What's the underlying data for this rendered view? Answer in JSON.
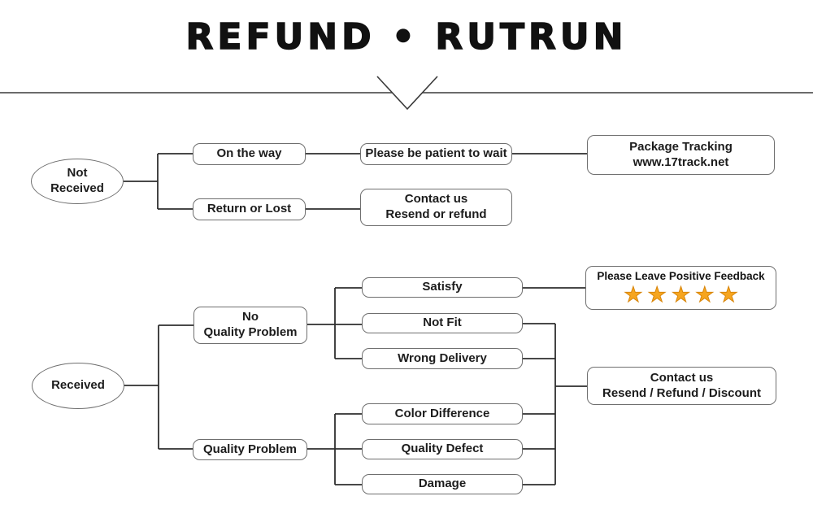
{
  "title": "REFUND • RUTRUN",
  "colors": {
    "star": "#F6A51F",
    "star_outline": "#D8860B"
  },
  "not_received_flow": {
    "root": "Not\nReceived",
    "on_the_way": "On the way",
    "please_wait": "Please be patient to wait",
    "package_tracking": "Package Tracking\nwww.17track.net",
    "return_or_lost": "Return or Lost",
    "contact_us": "Contact us\nResend or refund"
  },
  "received_flow": {
    "root": "Received",
    "no_quality_problem": "No\nQuality Problem",
    "quality_problem": "Quality Problem",
    "satisfy": "Satisfy",
    "not_fit": "Not Fit",
    "wrong_delivery": "Wrong Delivery",
    "color_difference": "Color Difference",
    "quality_defect": "Quality Defect",
    "damage": "Damage",
    "feedback_label": "Please Leave Positive Feedback",
    "star_count": 5,
    "star_glyph": "★",
    "contact_us": "Contact us\nResend / Refund / Discount"
  }
}
